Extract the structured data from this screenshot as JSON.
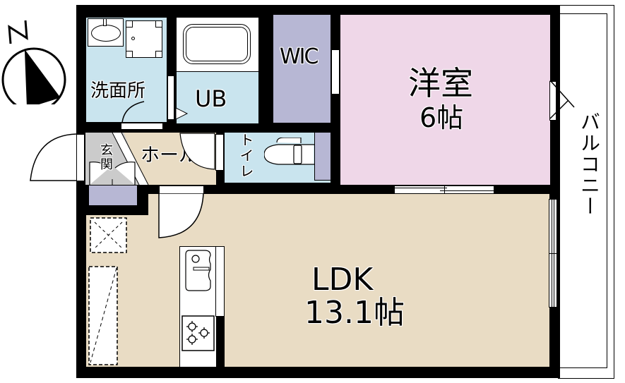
{
  "diagram": {
    "type": "floor-plan",
    "layout": "1LDK",
    "compass": {
      "label": "N",
      "icon": "north-arrow-icon"
    },
    "rooms": {
      "washroom": {
        "label": "洗面所",
        "color": "#c9e4ee"
      },
      "unit_bath": {
        "label": "UB",
        "color": "#c9e4ee"
      },
      "wic": {
        "label": "WIC",
        "color": "#b7b7d4"
      },
      "western_room": {
        "label": "洋室",
        "size": "6帖",
        "color": "#efd7e8"
      },
      "entrance": {
        "label": "玄関",
        "color": "#cbcbcb"
      },
      "hall": {
        "label": "ホール",
        "color": "#e9dcc4"
      },
      "toilet": {
        "label": "トイレ",
        "color": "#c9e4ee"
      },
      "ldk": {
        "label": "LDK",
        "size": "13.1帖",
        "color": "#e9dcc4"
      },
      "balcony": {
        "label": "バルコニー",
        "color": "#ffffff"
      }
    },
    "fixtures": [
      "washbasin",
      "washing-machine-pan",
      "bathtub",
      "toilet",
      "shoe-cabinet",
      "refrigerator-space",
      "storage-space",
      "kitchen-sink",
      "three-burner-stove"
    ],
    "wall_color": "#000000"
  }
}
